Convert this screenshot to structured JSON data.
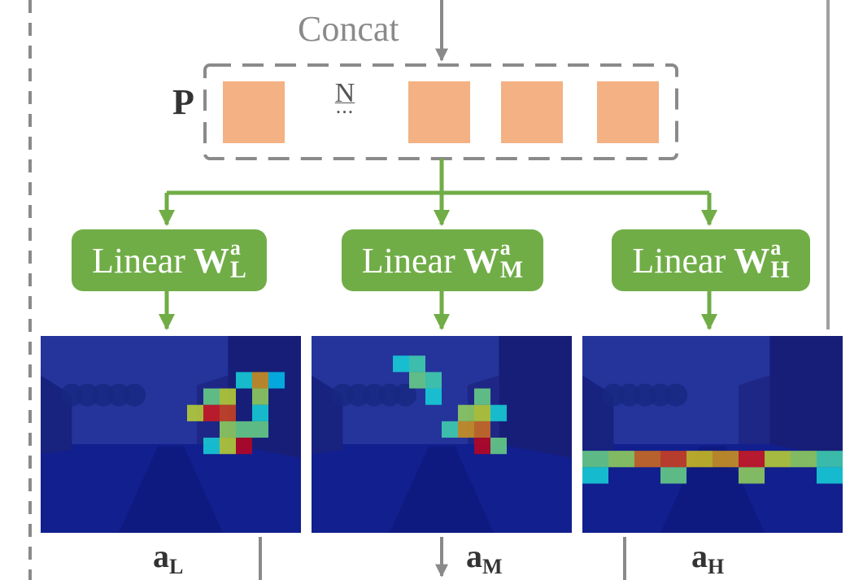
{
  "concat_label": "Concat",
  "sequence_label": "P",
  "token_count_label": "N",
  "ellipsis": "...",
  "linear_word": "Linear",
  "weight_symbol": "W",
  "weight_superscript": "a",
  "branches": [
    {
      "subscript": "L",
      "output": "a",
      "output_sub": "L"
    },
    {
      "subscript": "M",
      "output": "a",
      "output_sub": "M"
    },
    {
      "subscript": "H",
      "output": "a",
      "output_sub": "H"
    }
  ],
  "heatmaps": [
    {
      "cells": [
        [
          2,
          4,
          0.5
        ],
        [
          2,
          5,
          0.6
        ],
        [
          3,
          3,
          0.6
        ],
        [
          3,
          4,
          0.85
        ],
        [
          3,
          5,
          0.8
        ],
        [
          4,
          5,
          0.55
        ],
        [
          5,
          5,
          0.6
        ],
        [
          5,
          6,
          0.9
        ],
        [
          5,
          4,
          0.4
        ],
        [
          4,
          6,
          0.5
        ],
        [
          1,
          7,
          0.7
        ],
        [
          2,
          7,
          0.55
        ],
        [
          3,
          7,
          0.4
        ],
        [
          1,
          6,
          0.4
        ],
        [
          1,
          8,
          0.35
        ],
        [
          4,
          7,
          0.5
        ]
      ],
      "focus": "low"
    },
    {
      "cells": [
        [
          0,
          0,
          0.4
        ],
        [
          0,
          1,
          0.45
        ],
        [
          1,
          1,
          0.5
        ],
        [
          1,
          2,
          0.45
        ],
        [
          2,
          2,
          0.4
        ],
        [
          3,
          4,
          0.55
        ],
        [
          4,
          4,
          0.7
        ],
        [
          4,
          5,
          0.75
        ],
        [
          5,
          5,
          0.9
        ],
        [
          3,
          5,
          0.6
        ],
        [
          2,
          5,
          0.5
        ],
        [
          4,
          3,
          0.45
        ],
        [
          5,
          6,
          0.5
        ],
        [
          3,
          6,
          0.4
        ]
      ],
      "focus": "mid"
    },
    {
      "cells": [
        [
          5,
          0,
          0.5
        ],
        [
          5,
          1,
          0.55
        ],
        [
          5,
          2,
          0.75
        ],
        [
          5,
          3,
          0.8
        ],
        [
          5,
          4,
          0.65
        ],
        [
          5,
          5,
          0.7
        ],
        [
          5,
          6,
          0.85
        ],
        [
          5,
          7,
          0.6
        ],
        [
          5,
          8,
          0.55
        ],
        [
          5,
          9,
          0.45
        ],
        [
          6,
          3,
          0.5
        ],
        [
          6,
          6,
          0.55
        ],
        [
          6,
          0,
          0.4
        ],
        [
          6,
          9,
          0.4
        ]
      ],
      "focus": "high"
    }
  ],
  "colors": {
    "token": "#f4b183",
    "linear": "#70ad47",
    "arrow_green": "#70ad47",
    "gray": "#8a8a8a"
  }
}
